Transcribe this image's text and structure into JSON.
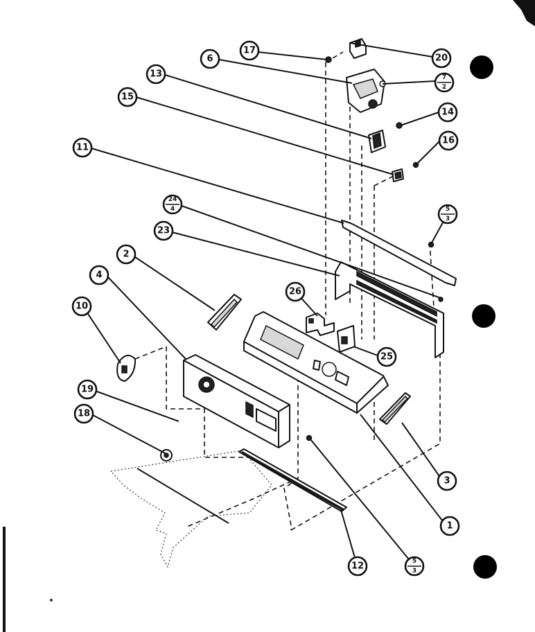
{
  "diagram": {
    "callouts": [
      {
        "id": "c17",
        "num": "17",
        "den": ""
      },
      {
        "id": "c20",
        "num": "20",
        "den": ""
      },
      {
        "id": "c6",
        "num": "6",
        "den": ""
      },
      {
        "id": "c7-2",
        "num": "7",
        "den": "2"
      },
      {
        "id": "c13",
        "num": "13",
        "den": ""
      },
      {
        "id": "c15",
        "num": "15",
        "den": ""
      },
      {
        "id": "c14",
        "num": "14",
        "den": ""
      },
      {
        "id": "c16",
        "num": "16",
        "den": ""
      },
      {
        "id": "c11",
        "num": "11",
        "den": ""
      },
      {
        "id": "c24-4",
        "num": "24",
        "den": "4"
      },
      {
        "id": "c5-3-top",
        "num": "5",
        "den": "3"
      },
      {
        "id": "c23",
        "num": "23",
        "den": ""
      },
      {
        "id": "c2",
        "num": "2",
        "den": ""
      },
      {
        "id": "c4",
        "num": "4",
        "den": ""
      },
      {
        "id": "c26",
        "num": "26",
        "den": ""
      },
      {
        "id": "c10",
        "num": "10",
        "den": ""
      },
      {
        "id": "c25",
        "num": "25",
        "den": ""
      },
      {
        "id": "c19",
        "num": "19",
        "den": ""
      },
      {
        "id": "c18",
        "num": "18",
        "den": ""
      },
      {
        "id": "c3",
        "num": "3",
        "den": ""
      },
      {
        "id": "c1",
        "num": "1",
        "den": ""
      },
      {
        "id": "c12",
        "num": "12",
        "den": ""
      },
      {
        "id": "c5-3-bottom",
        "num": "5",
        "den": "3"
      }
    ],
    "colors": {
      "ink": "#111111",
      "paper": "#ffffff",
      "dot": "#000000"
    }
  }
}
